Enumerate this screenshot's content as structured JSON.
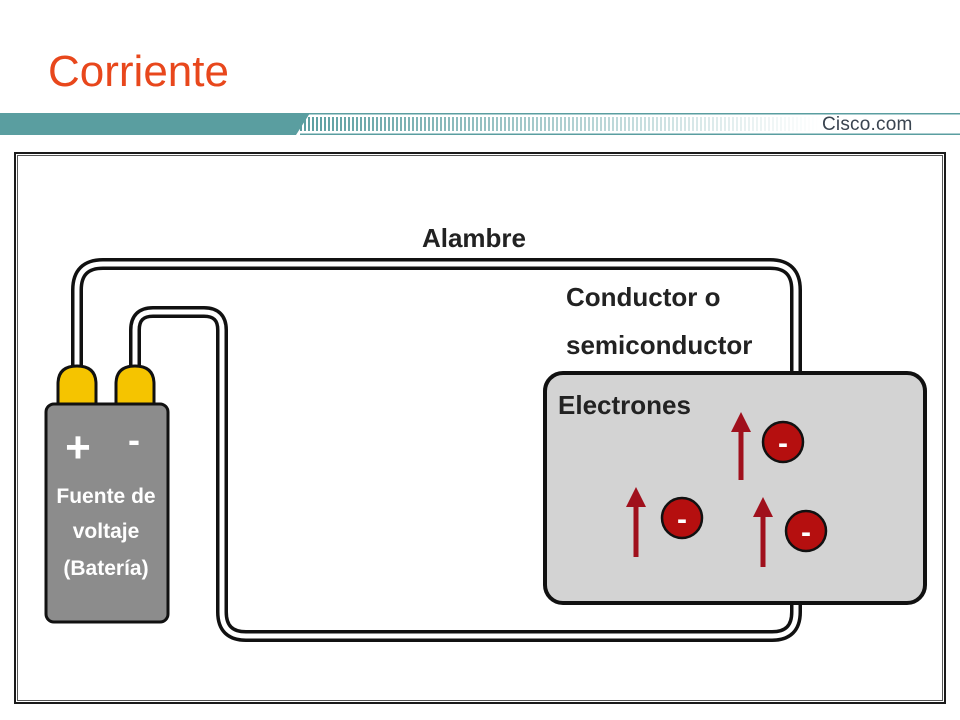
{
  "slide": {
    "title": "Corriente",
    "brand": "Cisco.com"
  },
  "diagram": {
    "wire_label": "Alambre",
    "conductor_label_line1": "Conductor o",
    "conductor_label_line2": "semiconductor",
    "electrons_label": "Electrones",
    "battery": {
      "plus_sign": "+",
      "minus_sign": "-",
      "label_line1": "Fuente de",
      "label_line2": "voltaje",
      "label_line3": "(Batería)"
    },
    "electron_sign": "-",
    "colors": {
      "title": "#e8471c",
      "header_bar": "#5a9ea0",
      "terminal": "#f5c400",
      "battery_body": "#8c8c8c",
      "conductor_fill": "#d3d3d3",
      "electron": "#b50f0f",
      "arrow": "#a0101c"
    }
  }
}
